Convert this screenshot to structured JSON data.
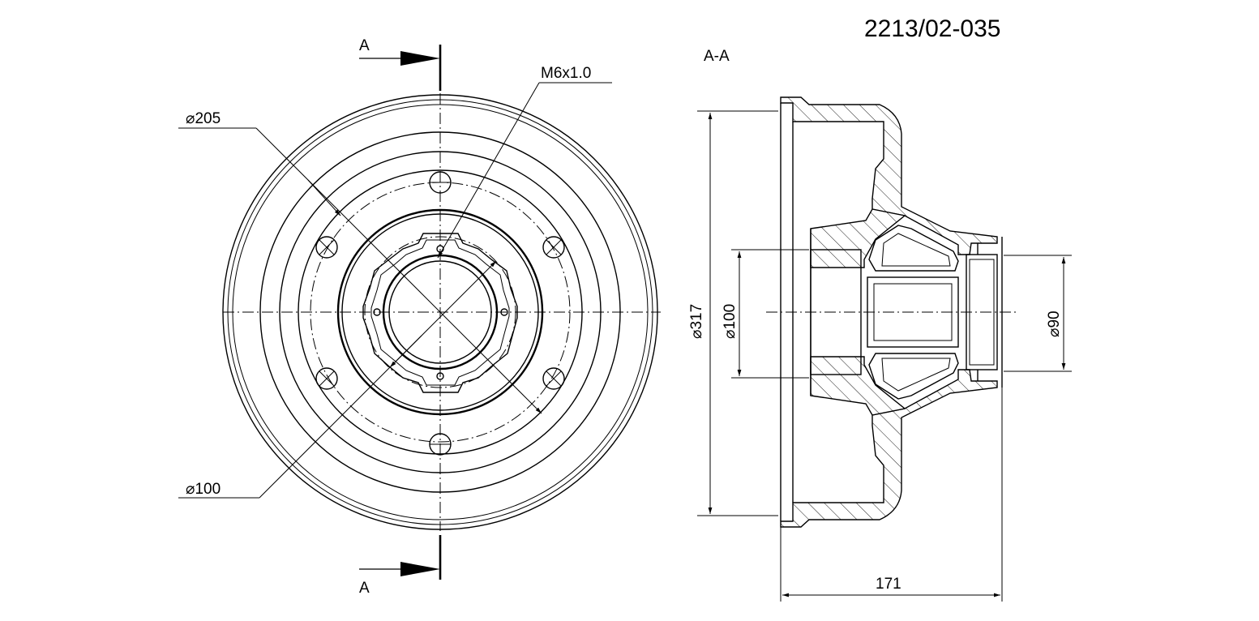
{
  "part_number": "2213/02-035",
  "section": {
    "cut_label_top": "A",
    "cut_label_bottom": "A",
    "section_title": "A-A"
  },
  "front_view": {
    "thread_label": "M6x1.0",
    "dia_outer_label": "⌀205",
    "dia_inner_label": "⌀100"
  },
  "side_view": {
    "dia_drum_label": "⌀317",
    "dia_bore_label": "⌀100",
    "dia_hub_label": "⌀90",
    "width_label": "171"
  },
  "colors": {
    "line": "#000000",
    "background": "#ffffff"
  }
}
